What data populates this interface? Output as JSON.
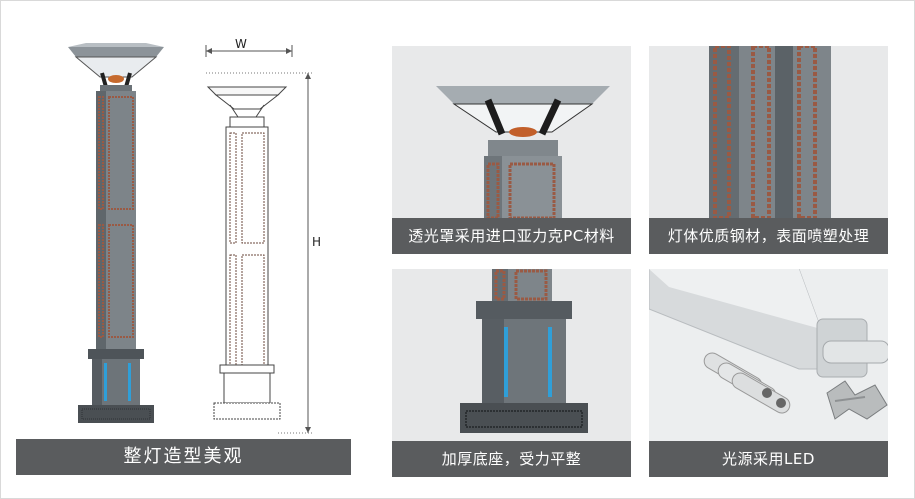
{
  "main_panel": {
    "caption": "整灯造型美观",
    "dimension_width_label": "W",
    "dimension_height_label": "H"
  },
  "detail_panels": [
    {
      "caption": "透光罩采用进口亚力克PC材料"
    },
    {
      "caption": "灯体优质钢材，表面喷塑处理"
    },
    {
      "caption": "加厚底座，受力平整"
    },
    {
      "caption": "光源采用LED"
    }
  ],
  "colors": {
    "caption_bg": "#5a5c5e",
    "panel_bg": "#e8e9ea",
    "lamp_body": "#7d8489",
    "pattern": "#9a5a44",
    "led_blue": "#2f9fd8"
  }
}
